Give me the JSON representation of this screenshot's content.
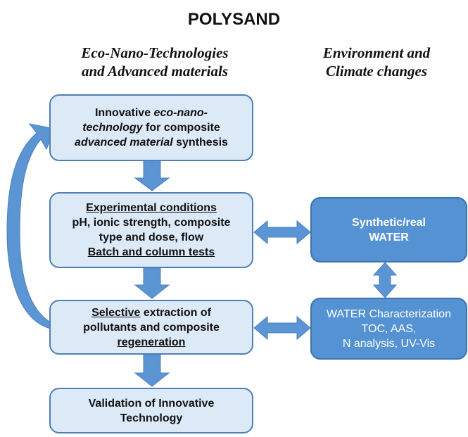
{
  "title": "POLYSAND",
  "columns": {
    "left": [
      "Eco-Nano-Technologies",
      "and Advanced materials"
    ],
    "right": [
      "Environment and",
      "Climate changes"
    ]
  },
  "boxes": {
    "synthesis": {
      "l1_a": "Innovative ",
      "l1_b": "eco-nano-",
      "l2_a": "technology",
      "l2_b": " for composite",
      "l3_a": "advanced material",
      "l3_b": " synthesis"
    },
    "experimental": {
      "heading": "Experimental conditions",
      "l2": "pH, ionic strength, composite",
      "l3": "type and dose, flow",
      "tests": "Batch and column tests"
    },
    "extraction": {
      "l1_a": "Selective",
      "l1_b": " extraction of",
      "l2": "pollutants and composite",
      "l3": "regeneration"
    },
    "validation": {
      "l1": "Validation of Innovative",
      "l2": "Technology"
    },
    "water": {
      "l1": "Synthetic/real",
      "l2": "WATER"
    },
    "characterization": {
      "l1": "WATER Characterization",
      "l2": "TOC, AAS,",
      "l3": "N analysis, UV-Vis"
    }
  },
  "colors": {
    "light_box": "#dce9f7",
    "dark_box": "#5592d4",
    "arrow": "#5b95d3",
    "border": "#4f7fb5"
  }
}
